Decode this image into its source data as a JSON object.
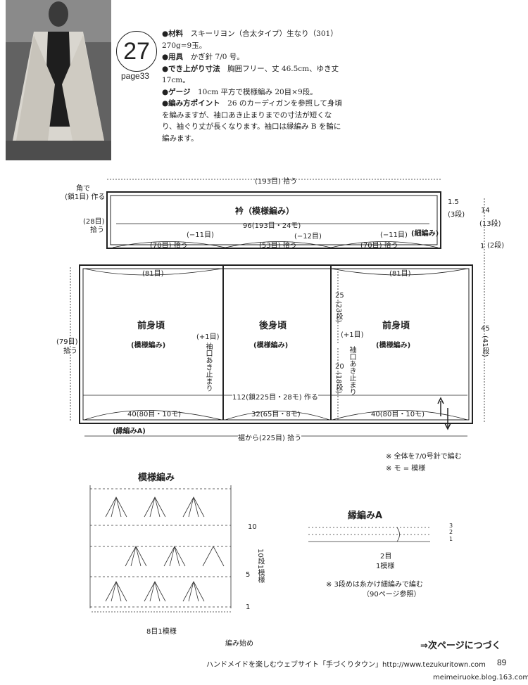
{
  "header": {
    "pattern_number": "27",
    "page_ref": "page33",
    "info": [
      {
        "label": "●材料",
        "text": "スキーリヨン（合太タイプ）生なり（301）270g=9玉。"
      },
      {
        "label": "●用具",
        "text": "かぎ針 7/0 号。"
      },
      {
        "label": "●でき上がり寸法",
        "text": "胸囲フリー、丈 46.5cm、ゆき丈 17cm。"
      },
      {
        "label": "●ゲージ",
        "text": "10cm 平方で模様編み 20目×9段。"
      },
      {
        "label": "●編み方ポイント",
        "text": "26 のカーディガンを参照して身頃を編みますが、袖口あき止まりまでの寸法が短くなり、袖ぐり丈が長くなります。袖口は縁編み B を輪に編みます。"
      }
    ]
  },
  "diagram": {
    "collar": {
      "title": "衿（模様編み）",
      "width": "96(193目・24モ)",
      "top_pick": "(193目) 拾う",
      "side_pick": "(28目)",
      "side_pick2": "拾う",
      "corner": "角で",
      "corner2": "(鎖1目) 作る",
      "right_rows_a": "1.5",
      "right_rows_b": "(3段)",
      "height_a": "14",
      "height_b": "(13段)",
      "height_c": "1",
      "height_d": "(2段)"
    },
    "decreases": [
      "(−11目)",
      "(−12目)",
      "(−11目)",
      "(細編み)"
    ],
    "pickups": [
      "(70目) 拾う",
      "(53目) 拾う",
      "(70目) 拾う"
    ],
    "top_counts": [
      "(81目)",
      "(81目)"
    ],
    "panels": [
      {
        "title": "前身頃",
        "sub": "(模様編み)"
      },
      {
        "title": "後身頃",
        "sub": "(模様編み)"
      },
      {
        "title": "前身頃",
        "sub": "(模様編み)"
      }
    ],
    "left_pick_a": "(79目)",
    "left_pick_b": "拾う",
    "armhole": {
      "plus": "(+1目)",
      "vertical": "袖口あき止まり",
      "upper_a": "25",
      "upper_b": "(23段)",
      "lower_a": "20",
      "lower_b": "(18段)"
    },
    "body_height_a": "45",
    "body_height_b": "(41段)",
    "chain": "112(鎖225目・28モ) 作る",
    "bottoms": [
      "40(80目・10モ)",
      "32(65目・8モ)",
      "40(80目・10モ)"
    ],
    "edge_label": "(縁編みA)",
    "hem_pick": "裾から(225目) 拾う",
    "notes": [
      "※ 全体を7/0号針で編む",
      "※ モ = 模様"
    ]
  },
  "stitch_chart": {
    "title": "模様編み",
    "row_marks": [
      "10",
      "5",
      "1"
    ],
    "repeat_rows": "10段1模様",
    "repeat_sts": "8目1模様",
    "start": "編み始め"
  },
  "edge_chart": {
    "title": "縁編みA",
    "row_marks": [
      "3",
      "2",
      "1"
    ],
    "repeat_a": "2目",
    "repeat_b": "1模様",
    "note_a": "※ 3段めは糸かけ細編みで編む",
    "note_b": "（90ページ参照）"
  },
  "footer": {
    "continue": "⇒次ページにつづく",
    "site": "ハンドメイドを楽しむウェブサイト「手づくりタウン」http://www.tezukuritown.com",
    "page": "89",
    "blog": "meimeiruoke.blog.163.com"
  }
}
